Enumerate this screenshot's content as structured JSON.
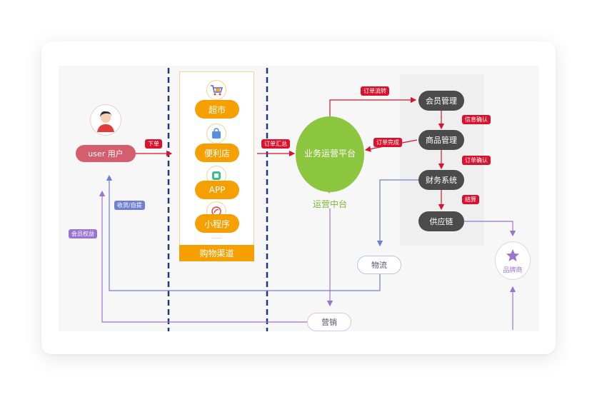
{
  "user": {
    "label": "user  用户"
  },
  "channels": {
    "items": [
      {
        "label": "超市",
        "icon": "cart-icon"
      },
      {
        "label": "便利店",
        "icon": "shopping-bag-icon"
      },
      {
        "label": "APP",
        "icon": "app-icon"
      },
      {
        "label": "小程序",
        "icon": "mini-program-icon"
      }
    ],
    "more": "......",
    "footer": "购物渠道"
  },
  "platform": {
    "label": "业务运营平台",
    "caption": "运营中台"
  },
  "systems": [
    "会员管理",
    "商品管理",
    "财务系统",
    "供应链"
  ],
  "logistics": "物流",
  "marketing": "营销",
  "brand": {
    "label": "品牌商",
    "icon": "star-icon"
  },
  "tags": {
    "order": "下单",
    "order_summary": "订单汇总",
    "order_flow": "订单流转",
    "order_done": "订单完成",
    "info_confirm": "信息确认",
    "order_confirm": "订单确认",
    "settlement": "结算",
    "receive": "收货/自提",
    "member_rights": "会员权益"
  },
  "colors": {
    "flow_red": "#d9132e",
    "purple": "#9b73d0",
    "blue": "#6f7fd4",
    "orange": "#f5a000",
    "green": "#8cc63f",
    "dark": "#4b4b4b",
    "user_pill": "#d45d6e"
  }
}
